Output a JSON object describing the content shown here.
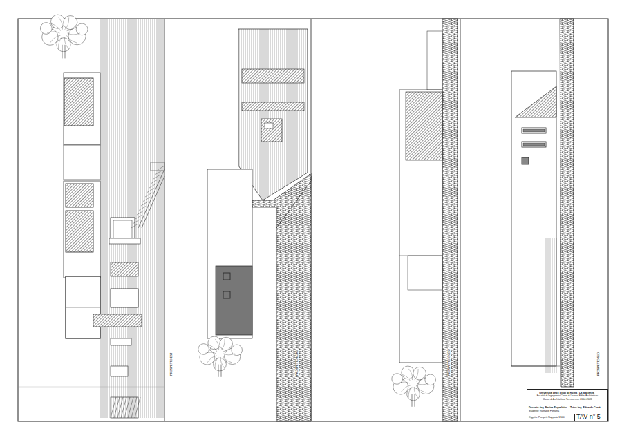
{
  "diagram": {
    "nodes": [
      {
        "text": [
          "Università degli Studi di Roma \"La Sapienza\"",
          "Facoltà di Ingegneria  Corso di Laurea Edile-Architettura",
          "Corso di Architettura Tecnica   a.a. 2004-2005",
          "Docente: Ing. Marina Pugnaletto",
          "Tutor: Ing. Edoardo Currà",
          "Studente: Raffaele Fontana",
          "Oggetto: Prospetti   Rapporto 1:100"
        ]
      },
      {
        "text": [
          "TAV n° 5"
        ],
        "in": 0
      }
    ],
    "labels": [
      "PROSPETTO EST",
      "PROSPETTO NORD",
      "PROSPETTO OVEST",
      "PROSPETTO SUD"
    ]
  }
}
